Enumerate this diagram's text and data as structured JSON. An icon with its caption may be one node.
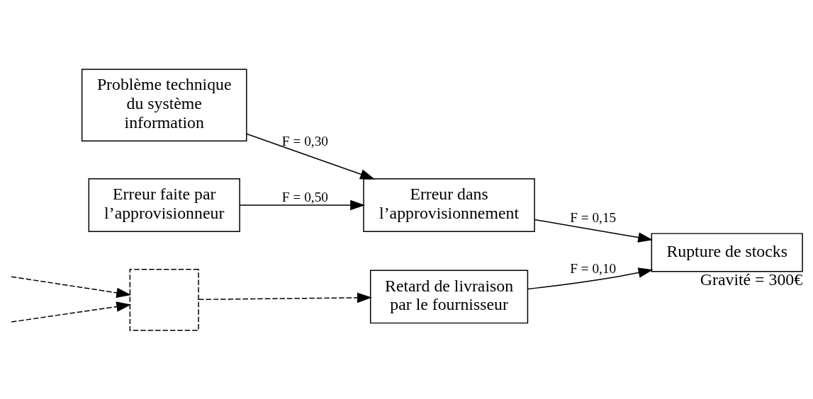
{
  "diagram": {
    "nodes": [
      {
        "text": [],
        "shape": "box"
      },
      {
        "text": [
          "Retard de livraison par le fournisseur"
        ]
      },
      {
        "text": [
          "Problème technique du système information"
        ]
      },
      {
        "text": [
          "Erreur dans l’approvisionnement"
        ]
      },
      {
        "text": [
          "Erreur faite par l’approvisionneur"
        ]
      },
      {
        "text": [
          "Rupture de stocks"
        ],
        "beside": [
          "Gravité = 300€"
        ]
      }
    ],
    "edges": [
      {
        "from": null,
        "to": 0,
        "arrow": "to",
        "style": "dashed"
      },
      {
        "from": null,
        "to": 0,
        "arrow": "to",
        "style": "dashed"
      },
      {
        "from": 0,
        "to": 1,
        "arrow": "to",
        "style": "dashed"
      },
      {
        "from": 1,
        "to": 5,
        "arrow": "to",
        "label": "F = 0,10"
      },
      {
        "from": 2,
        "to": 3,
        "arrow": "to",
        "label": "F = 0,30"
      },
      {
        "from": 4,
        "to": 3,
        "arrow": "to",
        "label": "F = 0,50"
      },
      {
        "from": 3,
        "to": 5,
        "arrow": "to",
        "label": "F = 0,15"
      }
    ]
  }
}
